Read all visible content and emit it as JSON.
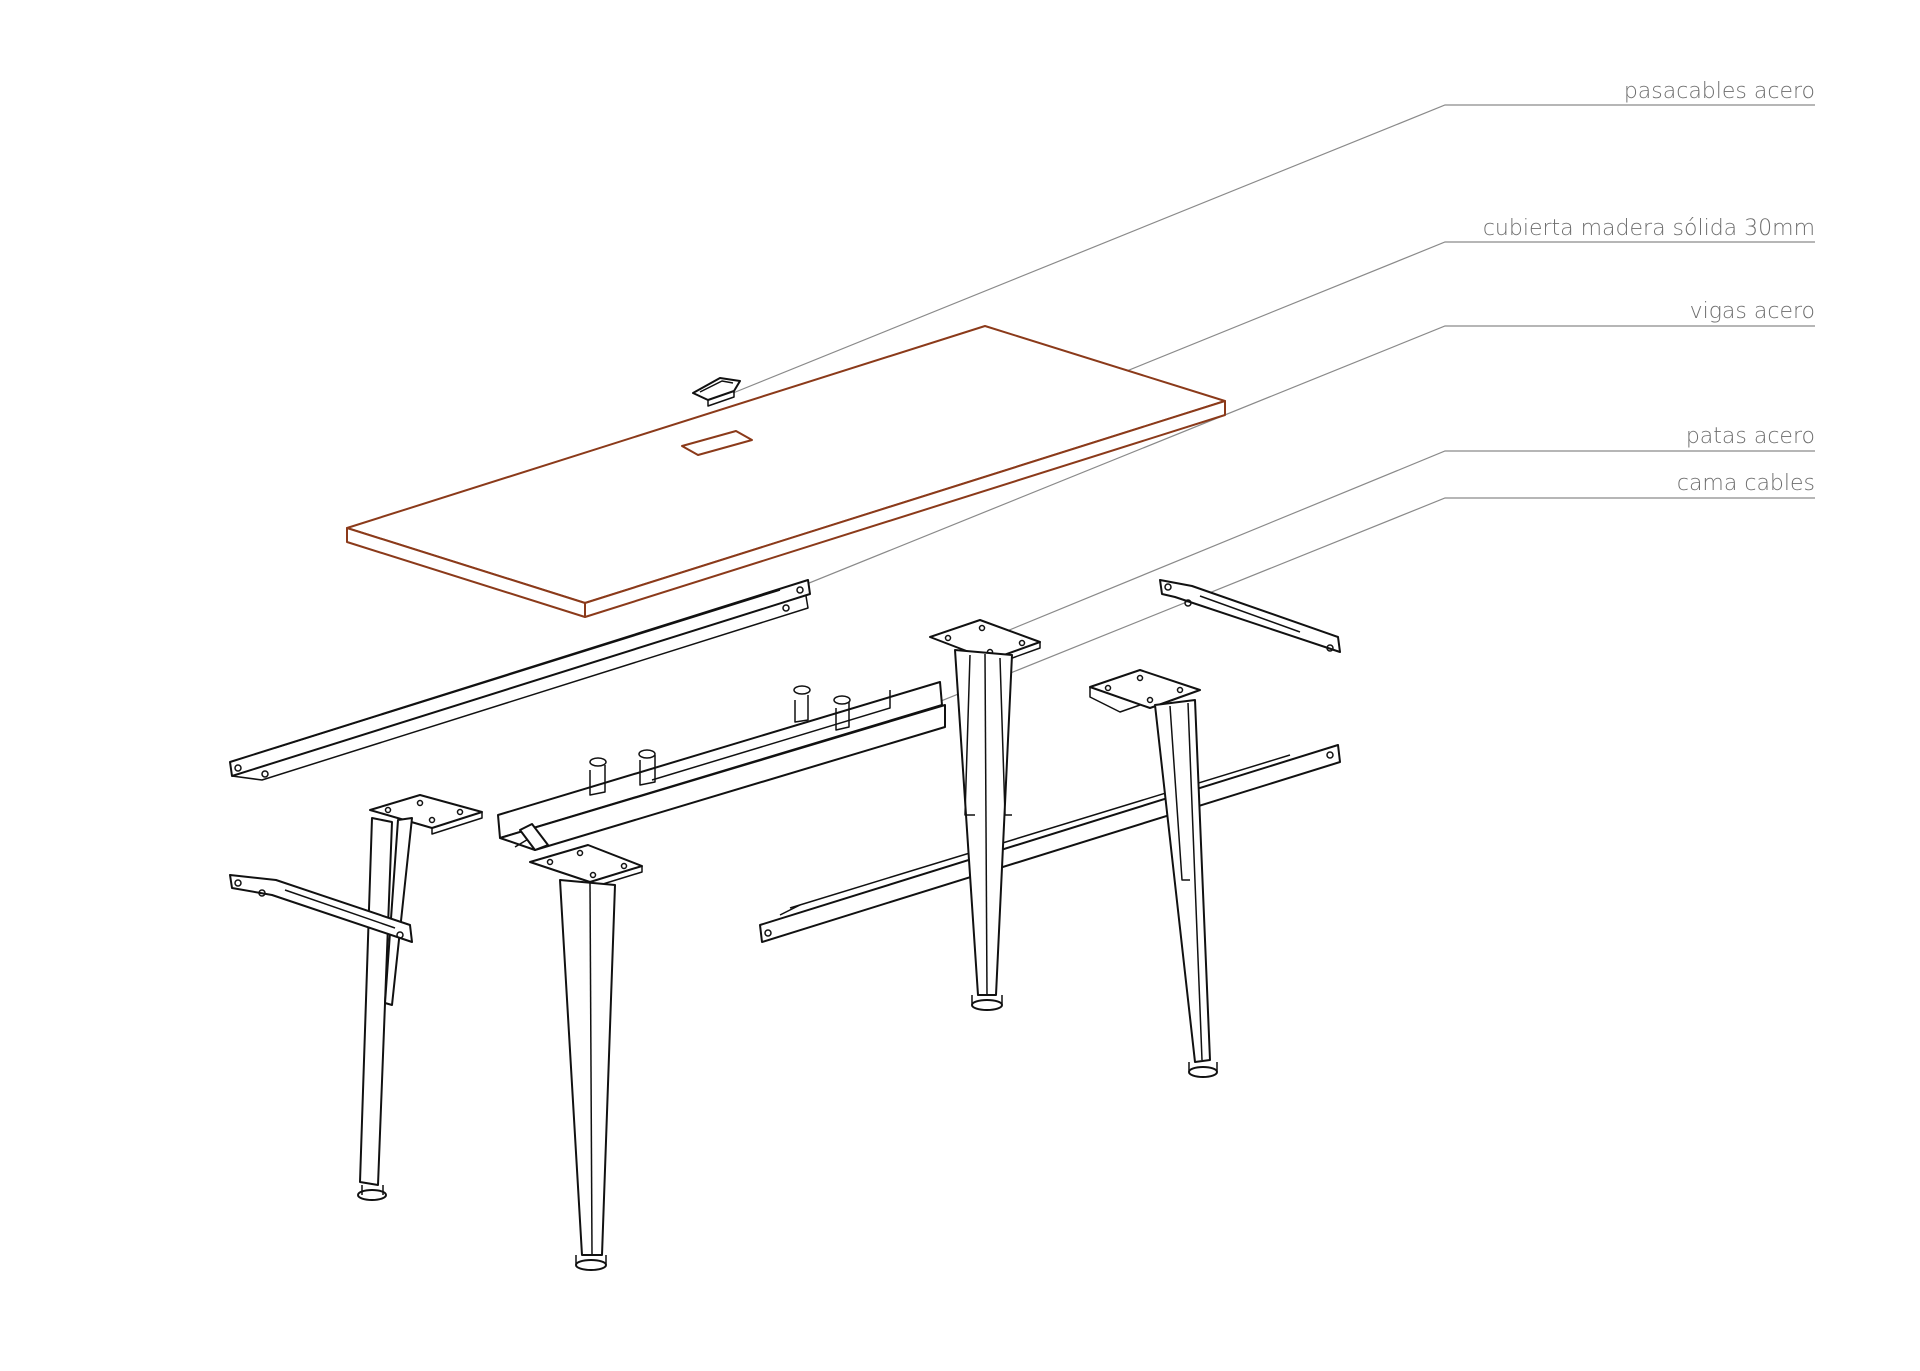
{
  "colors": {
    "tabletop": "#8b3a1a",
    "line": "#111111",
    "leader": "#8a8a8a",
    "label": "#6e6e6e"
  },
  "labels": [
    {
      "id": "pasacables",
      "text": "pasacables acero"
    },
    {
      "id": "cubierta",
      "text": "cubierta madera sólida 30mm"
    },
    {
      "id": "vigas",
      "text": "vigas acero"
    },
    {
      "id": "patas",
      "text": "patas acero"
    },
    {
      "id": "cama",
      "text": "cama cables"
    }
  ]
}
